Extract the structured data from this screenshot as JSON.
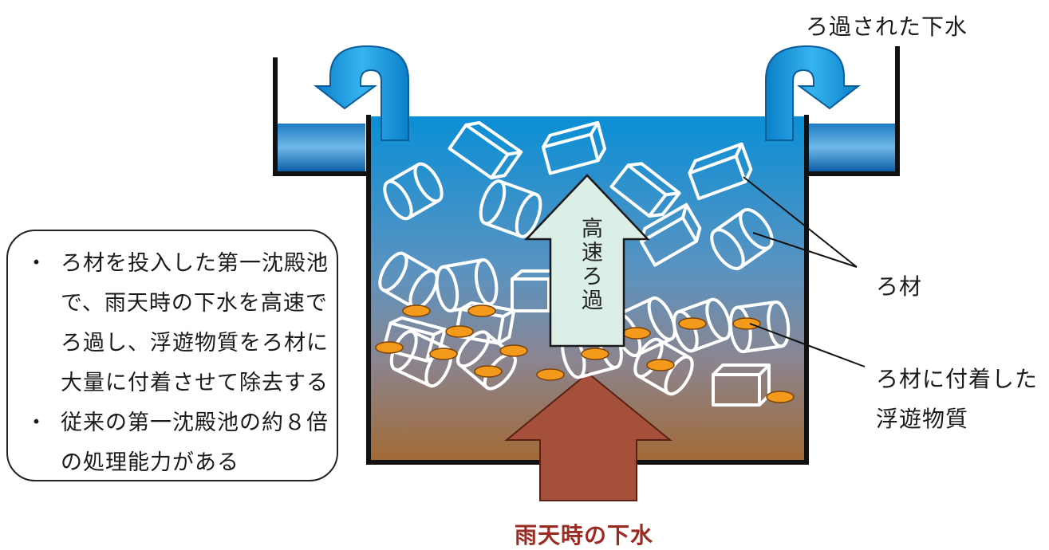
{
  "labels": {
    "filtered_water": "ろ過された下水",
    "filter_media": "ろ材",
    "attached_solids_line1": "ろ材に付着した",
    "attached_solids_line2": "浮遊物質",
    "rain_sewage": "雨天時の下水",
    "high_speed_filtration": "高速ろ過"
  },
  "callout": {
    "bullet_glyph": "・",
    "lines": [
      "ろ材を投入した第一沈殿池",
      "で、雨天時の下水を高速で",
      "ろ過し、浮遊物質をろ材に",
      "大量に付着させて除去する",
      "従来の第一沈殿池の約８倍",
      "の処理能力がある"
    ]
  },
  "colors": {
    "water_top": "#0a8fd6",
    "water_bottom": "#a36a34",
    "flow_arrow": "#1aa0e6",
    "inflow_arrow": "#a4503a",
    "filtration_arrow": "#dcefe6",
    "suspended_solids": "#f39a1c",
    "rain_label": "#9b2b22"
  }
}
